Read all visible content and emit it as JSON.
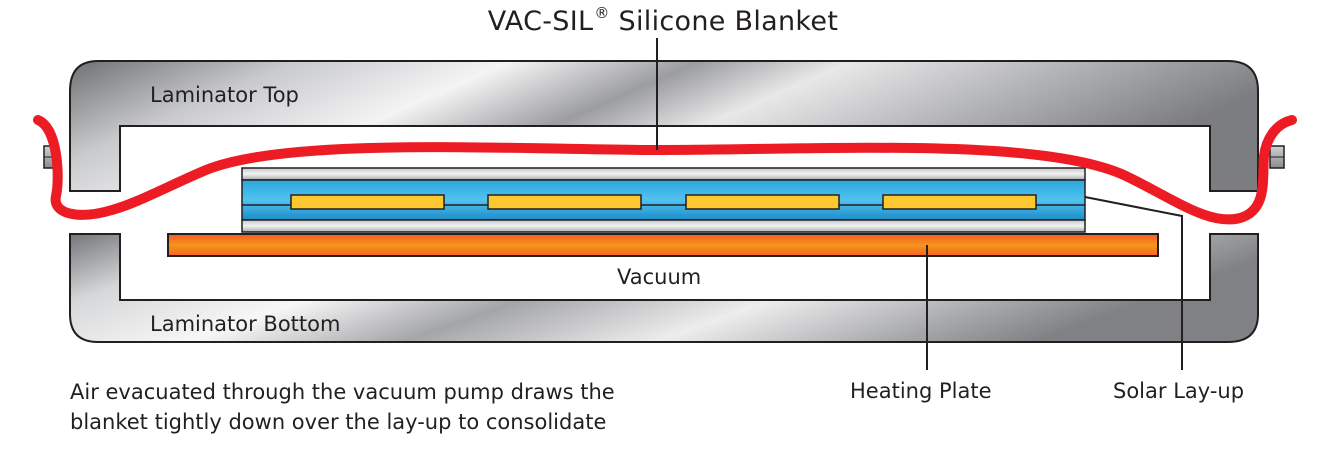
{
  "title": {
    "main": "VAC-SIL",
    "registered_mark": "®",
    "rest": " Silicone Blanket"
  },
  "labels": {
    "laminator_top": "Laminator Top",
    "laminator_bottom": "Laminator Bottom",
    "vacuum": "Vacuum",
    "heating_plate": "Heating Plate",
    "solar_layup": "Solar Lay-up"
  },
  "caption": {
    "line1": "Air evacuated through the vacuum pump draws the",
    "line2": "blanket tightly down over the lay-up to consolidate"
  },
  "colors": {
    "blanket": "#ed1c24",
    "heating_plate": "#f47a20",
    "cells": "#fdc82f",
    "layup_glass": "#1a9ad6",
    "metal": "#9a9b9d"
  }
}
